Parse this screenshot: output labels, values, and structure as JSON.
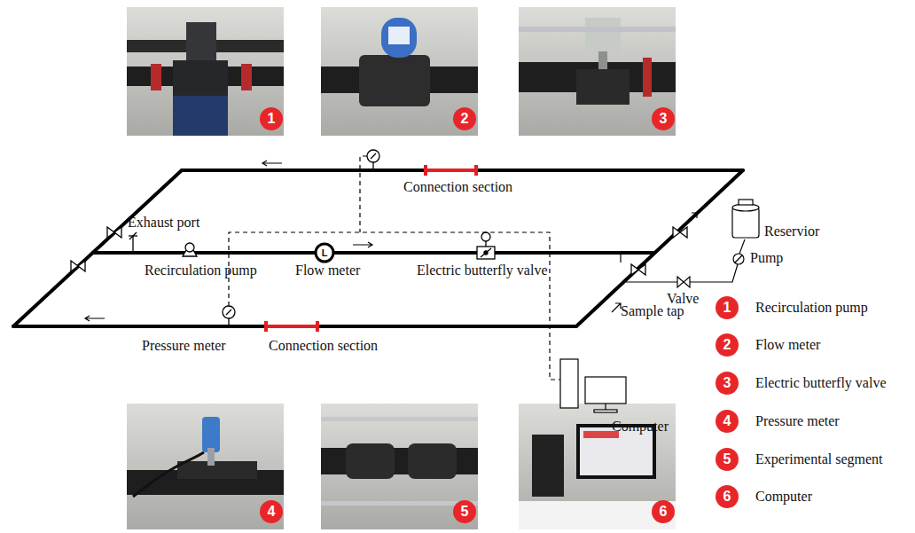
{
  "diagram": {
    "labels": [
      "1",
      "2",
      "3",
      "Connection section",
      "Exhaust port",
      "Reservior",
      "L",
      "Recirculation pump",
      "Flow meter",
      "Electric butterfly valve",
      "Pump",
      "Valve",
      "Sample tap",
      "Pressure meter",
      "Connection section",
      "Computer",
      "1",
      "Recirculation pump",
      "2",
      "Flow meter",
      "3",
      "Electric butterfly valve",
      "4",
      "Pressure meter",
      "5",
      "Experimental segment",
      "6",
      "Computer",
      "4",
      "5",
      "6"
    ]
  }
}
